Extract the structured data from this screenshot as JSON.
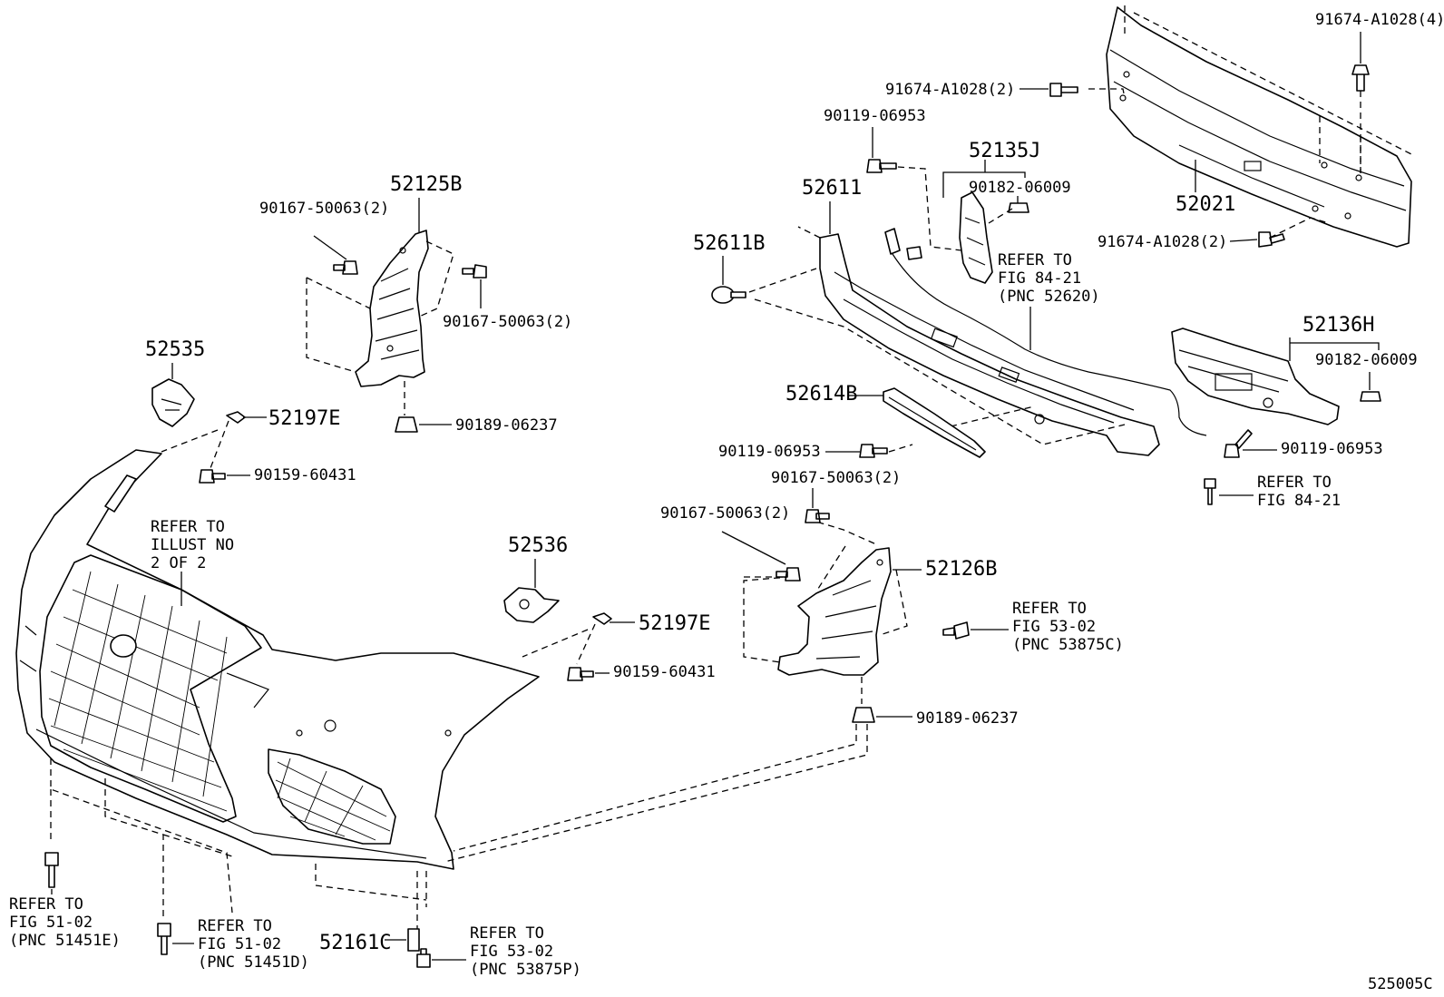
{
  "diagram_code": "525005C",
  "labels": {
    "p91674_a1028_4": "91674-A1028(4)",
    "p91674_a1028_2_top": "91674-A1028(2)",
    "p91674_a1028_2_bottom": "91674-A1028(2)",
    "p90119_06953_top": "90119-06953",
    "p90119_06953_mid": "90119-06953",
    "p90119_06953_right": "90119-06953",
    "p52135j": "52135J",
    "p90182_06009_top": "90182-06009",
    "p90182_06009_right": "90182-06009",
    "p52021": "52021",
    "p52611": "52611",
    "p52611b": "52611B",
    "p52136h": "52136H",
    "p52614b": "52614B",
    "p52125b": "52125B",
    "p90167_50063_a": "90167-50063(2)",
    "p90167_50063_b": "90167-50063(2)",
    "p90167_50063_c": "90167-50063(2)",
    "p90167_50063_d": "90167-50063(2)",
    "p90189_06237_left": "90189-06237",
    "p90189_06237_right": "90189-06237",
    "p52535": "52535",
    "p52536": "52536",
    "p52197e_left": "52197E",
    "p52197e_right": "52197E",
    "p90159_60431_left": "90159-60431",
    "p90159_60431_right": "90159-60431",
    "p52126b": "52126B",
    "p52161c": "52161C"
  },
  "references": {
    "fig84_21_pnc52620": [
      "REFER TO",
      "FIG 84-21",
      "(PNC 52620)"
    ],
    "fig84_21": [
      "REFER TO",
      "FIG 84-21"
    ],
    "illust_2of2": [
      "REFER TO",
      "ILLUST NO",
      "2 OF 2"
    ],
    "fig53_02_pnc53875c": [
      "REFER TO",
      "FIG 53-02",
      "(PNC 53875C)"
    ],
    "fig51_02_pnc51451e": [
      "REFER TO",
      "FIG 51-02",
      "(PNC 51451E)"
    ],
    "fig51_02_pnc51451d": [
      "REFER TO",
      "FIG 51-02",
      "(PNC 51451D)"
    ],
    "fig53_02_pnc53875p": [
      "REFER TO",
      "FIG 53-02",
      "(PNC 53875P)"
    ]
  }
}
